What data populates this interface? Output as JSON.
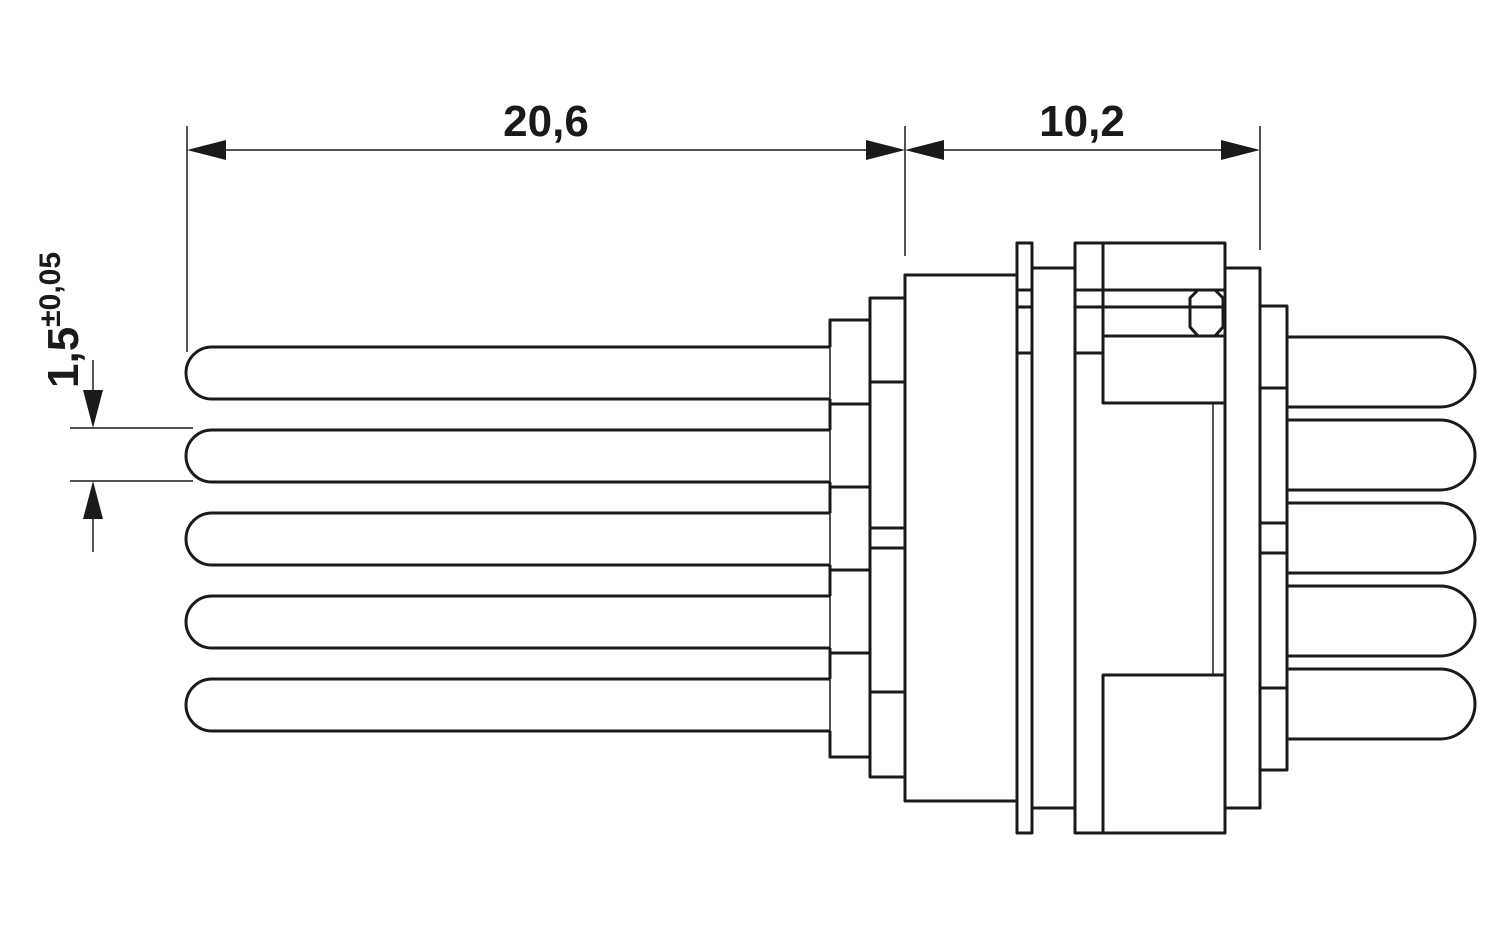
{
  "dimensions": {
    "length_pins": "20,6",
    "length_body": "10,2",
    "pitch_base": "1,5",
    "pitch_tolerance": "±0,05"
  },
  "pins": {
    "left_count": 5,
    "right_count": 5
  }
}
